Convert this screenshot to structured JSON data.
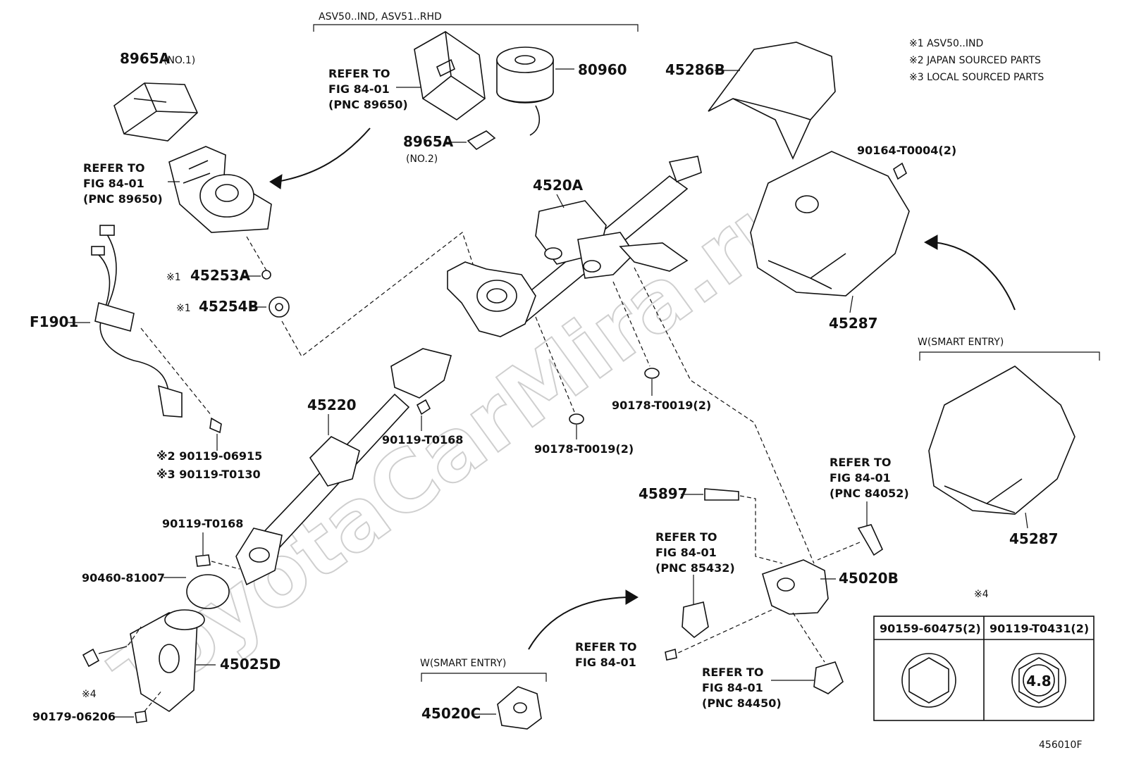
{
  "watermark": "ToyotaCarMira.ru",
  "figure_code": "456010F",
  "notes": [
    "※1 ASV50..IND",
    "※2 JAPAN SOURCED PARTS",
    "※3 LOCAL SOURCED PARTS"
  ],
  "headers": {
    "top_group": "ASV50..IND, ASV51..RHD",
    "smart_entry_right": "W(SMART ENTRY)",
    "smart_entry_bottom": "W(SMART ENTRY)",
    "fastener_note": "※4"
  },
  "labels": {
    "p8965A_1": "8965A",
    "p8965A_1_suffix": "(NO.1)",
    "p8965A_2": "8965A",
    "p8965A_2_suffix": "(NO.2)",
    "p80960": "80960",
    "p45286B": "45286B",
    "p90164": "90164-T0004(2)",
    "p4520A": "4520A",
    "p45287_a": "45287",
    "p45287_b": "45287",
    "m45253A": "※1",
    "p45253A": "45253A",
    "m45254B": "※1",
    "p45254B": "45254B",
    "pF1901": "F1901",
    "p45220": "45220",
    "p90119_T0168_a": "90119-T0168",
    "p90178_a": "90178-T0019(2)",
    "p90178_b": "90178-T0019(2)",
    "p90119_06915": "※2 90119-06915",
    "p90119_T0130": "※3 90119-T0130",
    "p90119_T0168_b": "90119-T0168",
    "p90460": "90460-81007",
    "p45025D": "45025D",
    "p_star4": "※4",
    "p90179": "90179-06206",
    "p45897": "45897",
    "p45020B": "45020B",
    "p45020C": "45020C"
  },
  "refs": {
    "r89650_top": [
      "REFER TO",
      "FIG 84-01",
      "(PNC 89650)"
    ],
    "r89650_left": [
      "REFER TO",
      "FIG 84-01",
      "(PNC 89650)"
    ],
    "r85432": [
      "REFER TO",
      "FIG 84-01",
      "(PNC 85432)"
    ],
    "r84052": [
      "REFER TO",
      "FIG 84-01",
      "(PNC 84052)"
    ],
    "r_plain": [
      "REFER TO",
      "FIG 84-01"
    ],
    "r84450": [
      "REFER TO",
      "FIG 84-01",
      "(PNC 84450)"
    ]
  },
  "fastener_table": {
    "col1_header": "90159-60475(2)",
    "col2_header": "90119-T0431(2)",
    "col2_mark": "4.8",
    "col1_icon": "hex-bolt-head-icon",
    "col2_icon": "hex-bolt-marked-icon"
  }
}
